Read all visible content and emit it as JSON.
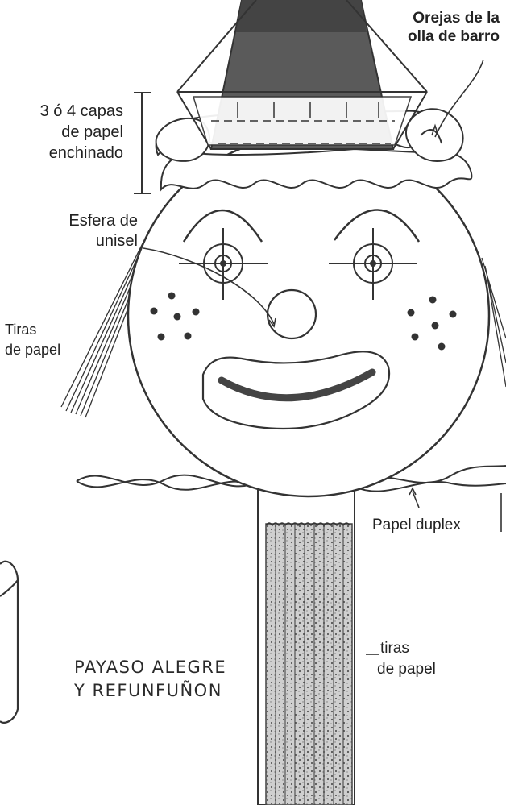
{
  "labels": {
    "orejas": [
      "Orejas de la",
      "olla de barro"
    ],
    "capas": [
      "3 ó 4 capas",
      "de papel",
      "enchinado"
    ],
    "esfera": [
      "Esfera de",
      "unisel"
    ],
    "tiras_side": [
      "Tiras",
      "de papel"
    ],
    "papel_duplex": "Papel duplex",
    "tiras_stick": [
      "tiras",
      "de papel"
    ]
  },
  "title": [
    "PAYASO ALEGRE",
    "Y REFUNFUÑON"
  ]
}
